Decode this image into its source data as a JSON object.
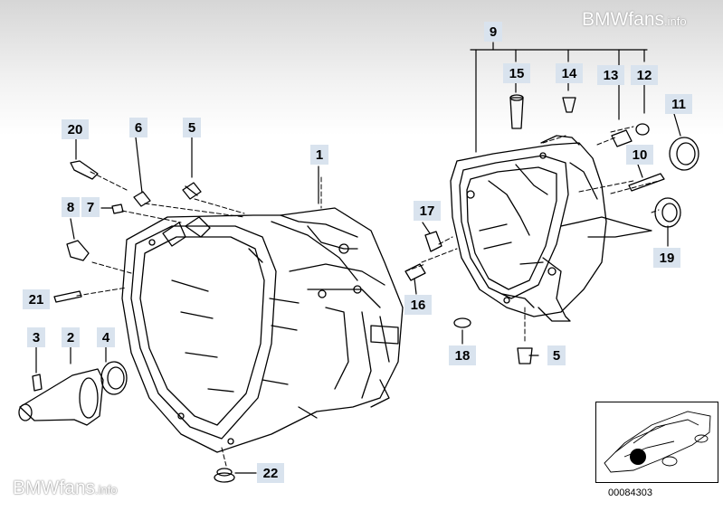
{
  "watermark": {
    "brand": "BMWfans",
    "suffix": ".info"
  },
  "diagram_code": "00084303",
  "callouts": [
    {
      "id": "c1",
      "label": "1"
    },
    {
      "id": "c2",
      "label": "2"
    },
    {
      "id": "c3",
      "label": "3"
    },
    {
      "id": "c4",
      "label": "4"
    },
    {
      "id": "c5a",
      "label": "5"
    },
    {
      "id": "c5b",
      "label": "5"
    },
    {
      "id": "c6",
      "label": "6"
    },
    {
      "id": "c7",
      "label": "7"
    },
    {
      "id": "c8",
      "label": "8"
    },
    {
      "id": "c9",
      "label": "9"
    },
    {
      "id": "c10",
      "label": "10"
    },
    {
      "id": "c11",
      "label": "11"
    },
    {
      "id": "c12",
      "label": "12"
    },
    {
      "id": "c13",
      "label": "13"
    },
    {
      "id": "c14",
      "label": "14"
    },
    {
      "id": "c15",
      "label": "15"
    },
    {
      "id": "c16",
      "label": "16"
    },
    {
      "id": "c17",
      "label": "17"
    },
    {
      "id": "c18",
      "label": "18"
    },
    {
      "id": "c19",
      "label": "19"
    },
    {
      "id": "c20",
      "label": "20"
    },
    {
      "id": "c21",
      "label": "21"
    },
    {
      "id": "c22",
      "label": "22"
    }
  ]
}
